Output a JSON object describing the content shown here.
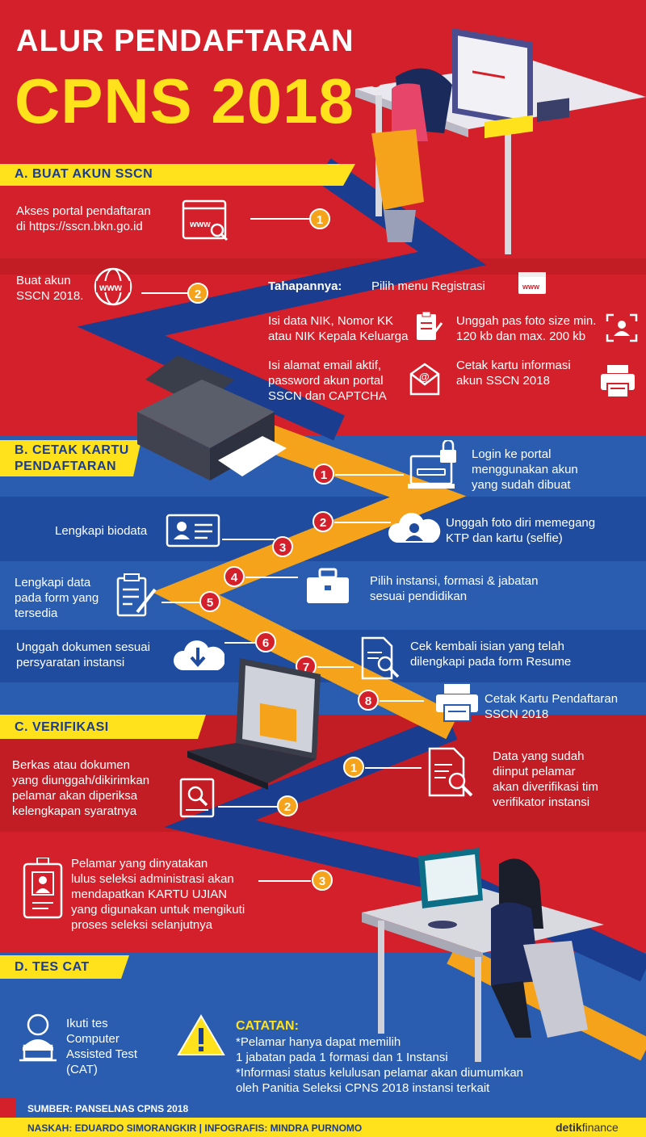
{
  "title": {
    "line1": "ALUR PENDAFTARAN",
    "line2": "CPNS 2018"
  },
  "sectionA": {
    "label": "A. BUAT AKUN SSCN",
    "step1": "Akses portal pendaftaran\ndi https://sscn.bkn.go.id",
    "step2": "Buat akun\nSSCN 2018.",
    "tahapan_label": "Tahapannya:",
    "tahapan": [
      "Pilih menu Registrasi",
      "Isi data NIK, Nomor KK\natau NIK Kepala Keluarga",
      "Unggah pas foto size min.\n120 kb dan max. 200 kb",
      "Isi alamat email aktif,\npassword akun portal\nSSCN dan CAPTCHA",
      "Cetak kartu informasi\nakun SSCN 2018"
    ]
  },
  "sectionB": {
    "label": "B. CETAK KARTU\nPENDAFTARAN",
    "steps": [
      "Login ke portal\nmenggunakan akun\nyang sudah dibuat",
      "Unggah foto diri memegang\nKTP dan kartu (selfie)",
      "Lengkapi biodata",
      "Pilih instansi, formasi & jabatan\nsesuai pendidikan",
      "Lengkapi data\npada form yang\ntersedia",
      "Unggah dokumen sesuai\npersyaratan instansi",
      "Cek kembali isian yang telah\ndilengkapi pada form Resume",
      "Cetak Kartu Pendaftaran\nSSCN 2018"
    ]
  },
  "sectionC": {
    "label": "C. VERIFIKASI",
    "step1": "Data yang sudah\ndiinput pelamar\nakan diverifikasi tim\nverifikator instansi",
    "step2": "Berkas atau dokumen\nyang diunggah/dikirimkan\npelamar akan diperiksa\nkelengkapan syaratnya",
    "step3": "Pelamar yang dinyatakan\nlulus seleksi administrasi akan\nmendapatkan KARTU UJIAN\nyang digunakan untuk mengikuti\nproses seleksi selanjutnya"
  },
  "sectionD": {
    "label": "D. TES CAT",
    "step": "Ikuti tes\nComputer\nAssisted Test\n(CAT)",
    "catatan_label": "CATATAN:",
    "catatan": "*Pelamar hanya dapat memilih\n1 jabatan pada 1 formasi dan 1 Instansi\n*Informasi status kelulusan pelamar akan diumumkan\noleh Panitia Seleksi CPNS 2018 instansi terkait"
  },
  "numbers": [
    "1",
    "2",
    "3",
    "4",
    "5",
    "6",
    "7",
    "8"
  ],
  "footer": {
    "sumber": "SUMBER: PANSELNAS CPNS 2018",
    "credit": "NASKAH: EDUARDO SIMORANGKIR | INFOGRAFIS: MINDRA PURNOMO",
    "brand_bold": "detik",
    "brand_light": "finance"
  },
  "colors": {
    "red": "#d4202a",
    "blue": "#2a5db0",
    "navy": "#1a3d8f",
    "yellow": "#ffe21b",
    "orange": "#f5a31b"
  }
}
